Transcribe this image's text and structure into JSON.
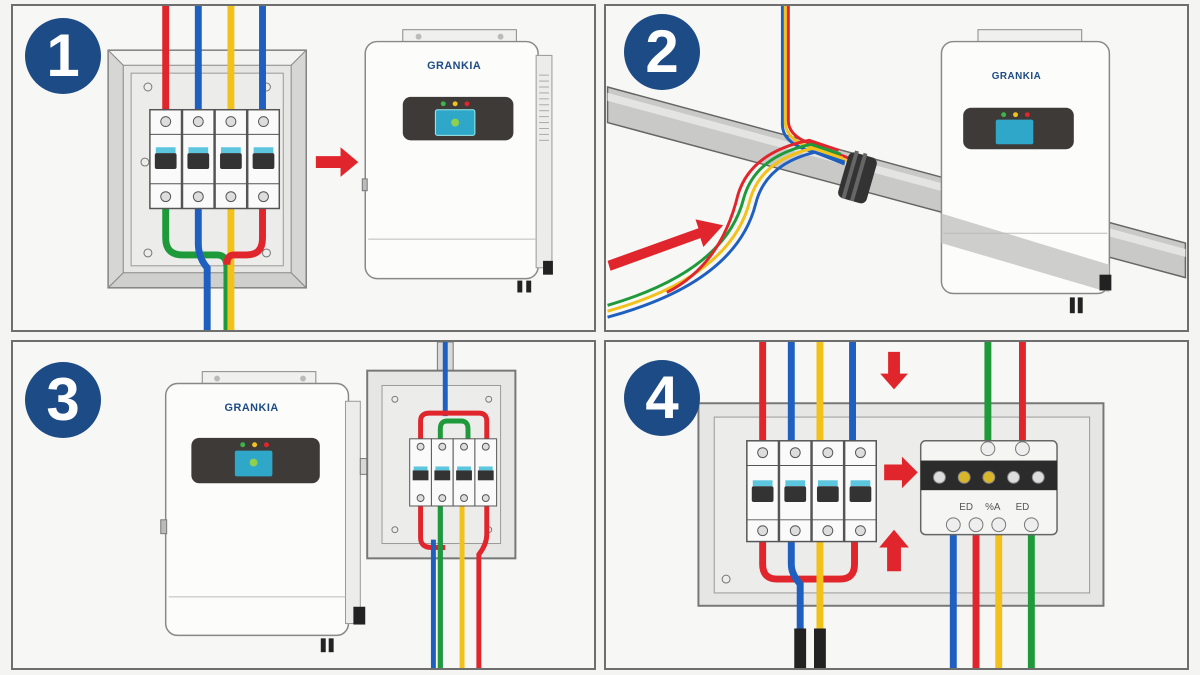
{
  "steps": [
    {
      "number": "1",
      "description": "Breaker box wired to inverter"
    },
    {
      "number": "2",
      "description": "Cable routing along conduit to inverter"
    },
    {
      "number": "3",
      "description": "Inverter connected to breaker box"
    },
    {
      "number": "4",
      "description": "Breakers connected to terminal block"
    }
  ],
  "inverter": {
    "brand": "GRANKIA",
    "led_colors": [
      "#3cb54a",
      "#f2c21b",
      "#e0262c"
    ]
  },
  "terminal_block": {
    "labels": [
      "ED",
      "%A",
      "ED"
    ]
  },
  "wire_colors": {
    "red": "#e0262c",
    "blue": "#1f5fbf",
    "yellow": "#f2c21b",
    "green": "#1f9a3a"
  },
  "arrow_color": "#e0262c",
  "badge_color": "#1d4b86"
}
